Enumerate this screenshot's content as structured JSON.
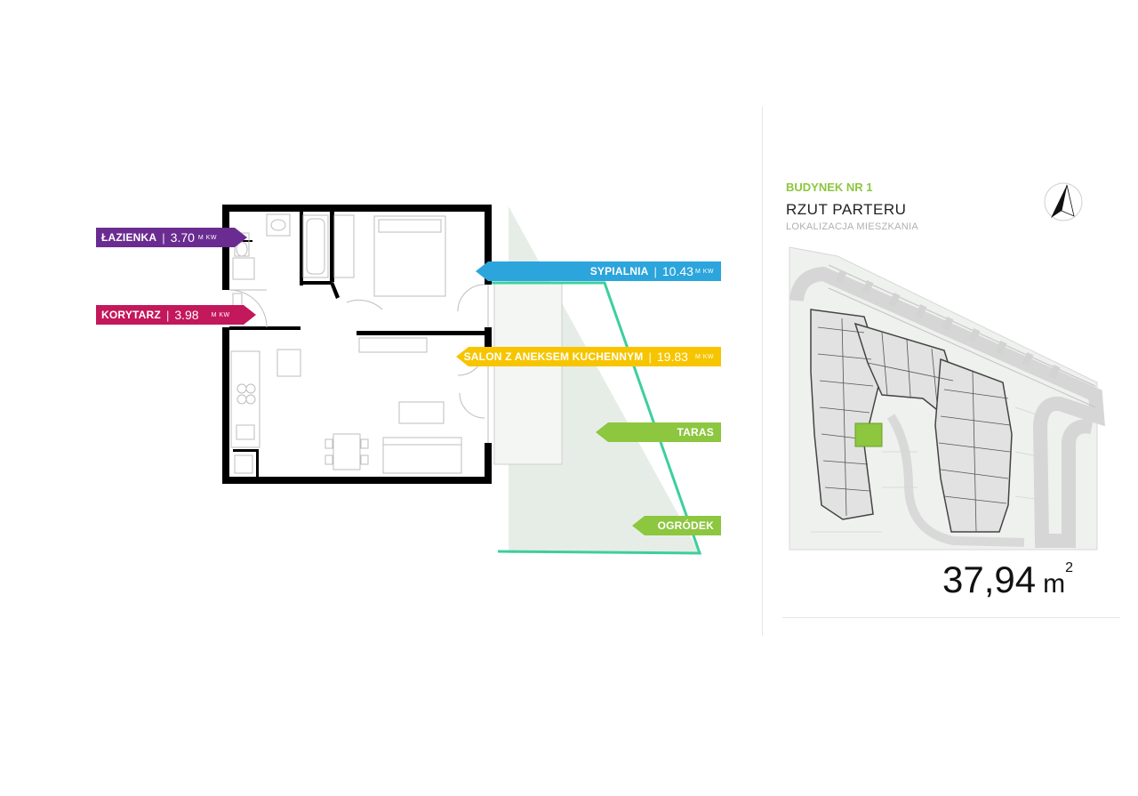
{
  "rooms": {
    "lazienka": {
      "name": "ŁAZIENKA",
      "area": "3.70",
      "unit": "M KW",
      "color": "#6b2c91"
    },
    "korytarz": {
      "name": "KORYTARZ",
      "area": "3.98",
      "unit": "M KW",
      "color": "#c3185b"
    },
    "sypialnia": {
      "name": "SYPIALNIA",
      "area": "10.43",
      "unit": "M KW",
      "color": "#2ca4dc"
    },
    "salon": {
      "name": "SALON Z ANEKSEM KUCHENNYM",
      "area": "19.83",
      "unit": "M KW",
      "color": "#f7c500"
    },
    "taras": {
      "name": "TARAS",
      "color": "#8dc63f"
    },
    "ogrodek": {
      "name": "OGRÓDEK",
      "color": "#8dc63f"
    }
  },
  "separator": "|",
  "location": {
    "building": "BUDYNEK NR 1",
    "floor": "RZUT PARTERU",
    "subtitle": "LOKALIZACJA MIESZKANIA",
    "highlight_color": "#8dc63f"
  },
  "total_area": {
    "value": "37,94",
    "unit": "m",
    "exp": "2"
  },
  "icons": {
    "compass": "north-arrow-icon"
  }
}
